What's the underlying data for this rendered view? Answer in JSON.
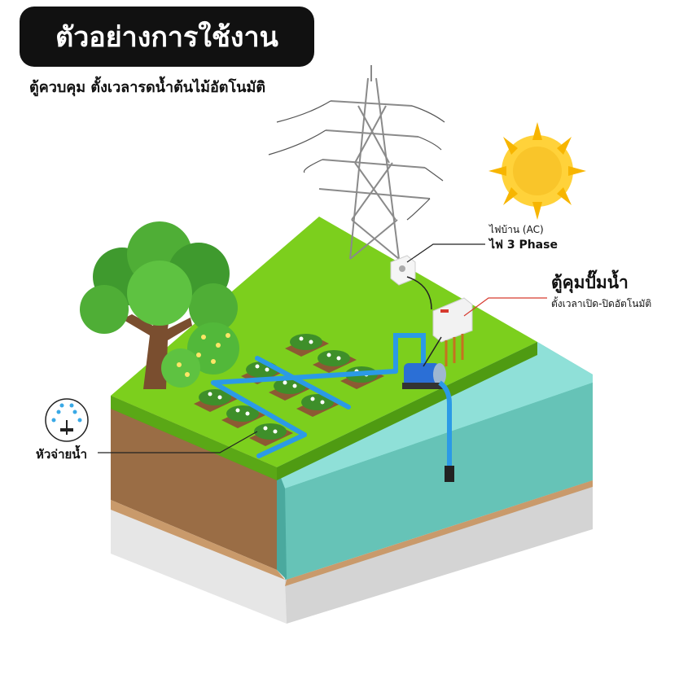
{
  "header": {
    "title": "ตัวอย่างการใช้งาน",
    "subtitle": "ตู้ควบคุม ตั้งเวลารดน้ำต้นไม้อัตโนมัติ"
  },
  "labels": {
    "power_ac": "ไฟบ้าน (AC)",
    "power_3phase": "ไฟ 3 Phase",
    "control_box": "ตู้คุมปั๊มน้ำ",
    "control_box_desc": "ตั้งเวลาเปิด-ปิดอัตโนมัติ",
    "sprinkler": "หัวจ่ายน้ำ"
  },
  "colors": {
    "grass": "#7ccf1d",
    "soil": "#9a6d45",
    "water": "#7fd8cf",
    "pipe": "#2b9ae6",
    "callout_red": "#d63b2f",
    "sun": "#f7b500"
  },
  "icons": [
    "sun-icon",
    "power-tower-icon",
    "tree-icon",
    "water-pump-icon",
    "control-box-icon",
    "power-outlet-icon",
    "sprinkler-icon"
  ]
}
